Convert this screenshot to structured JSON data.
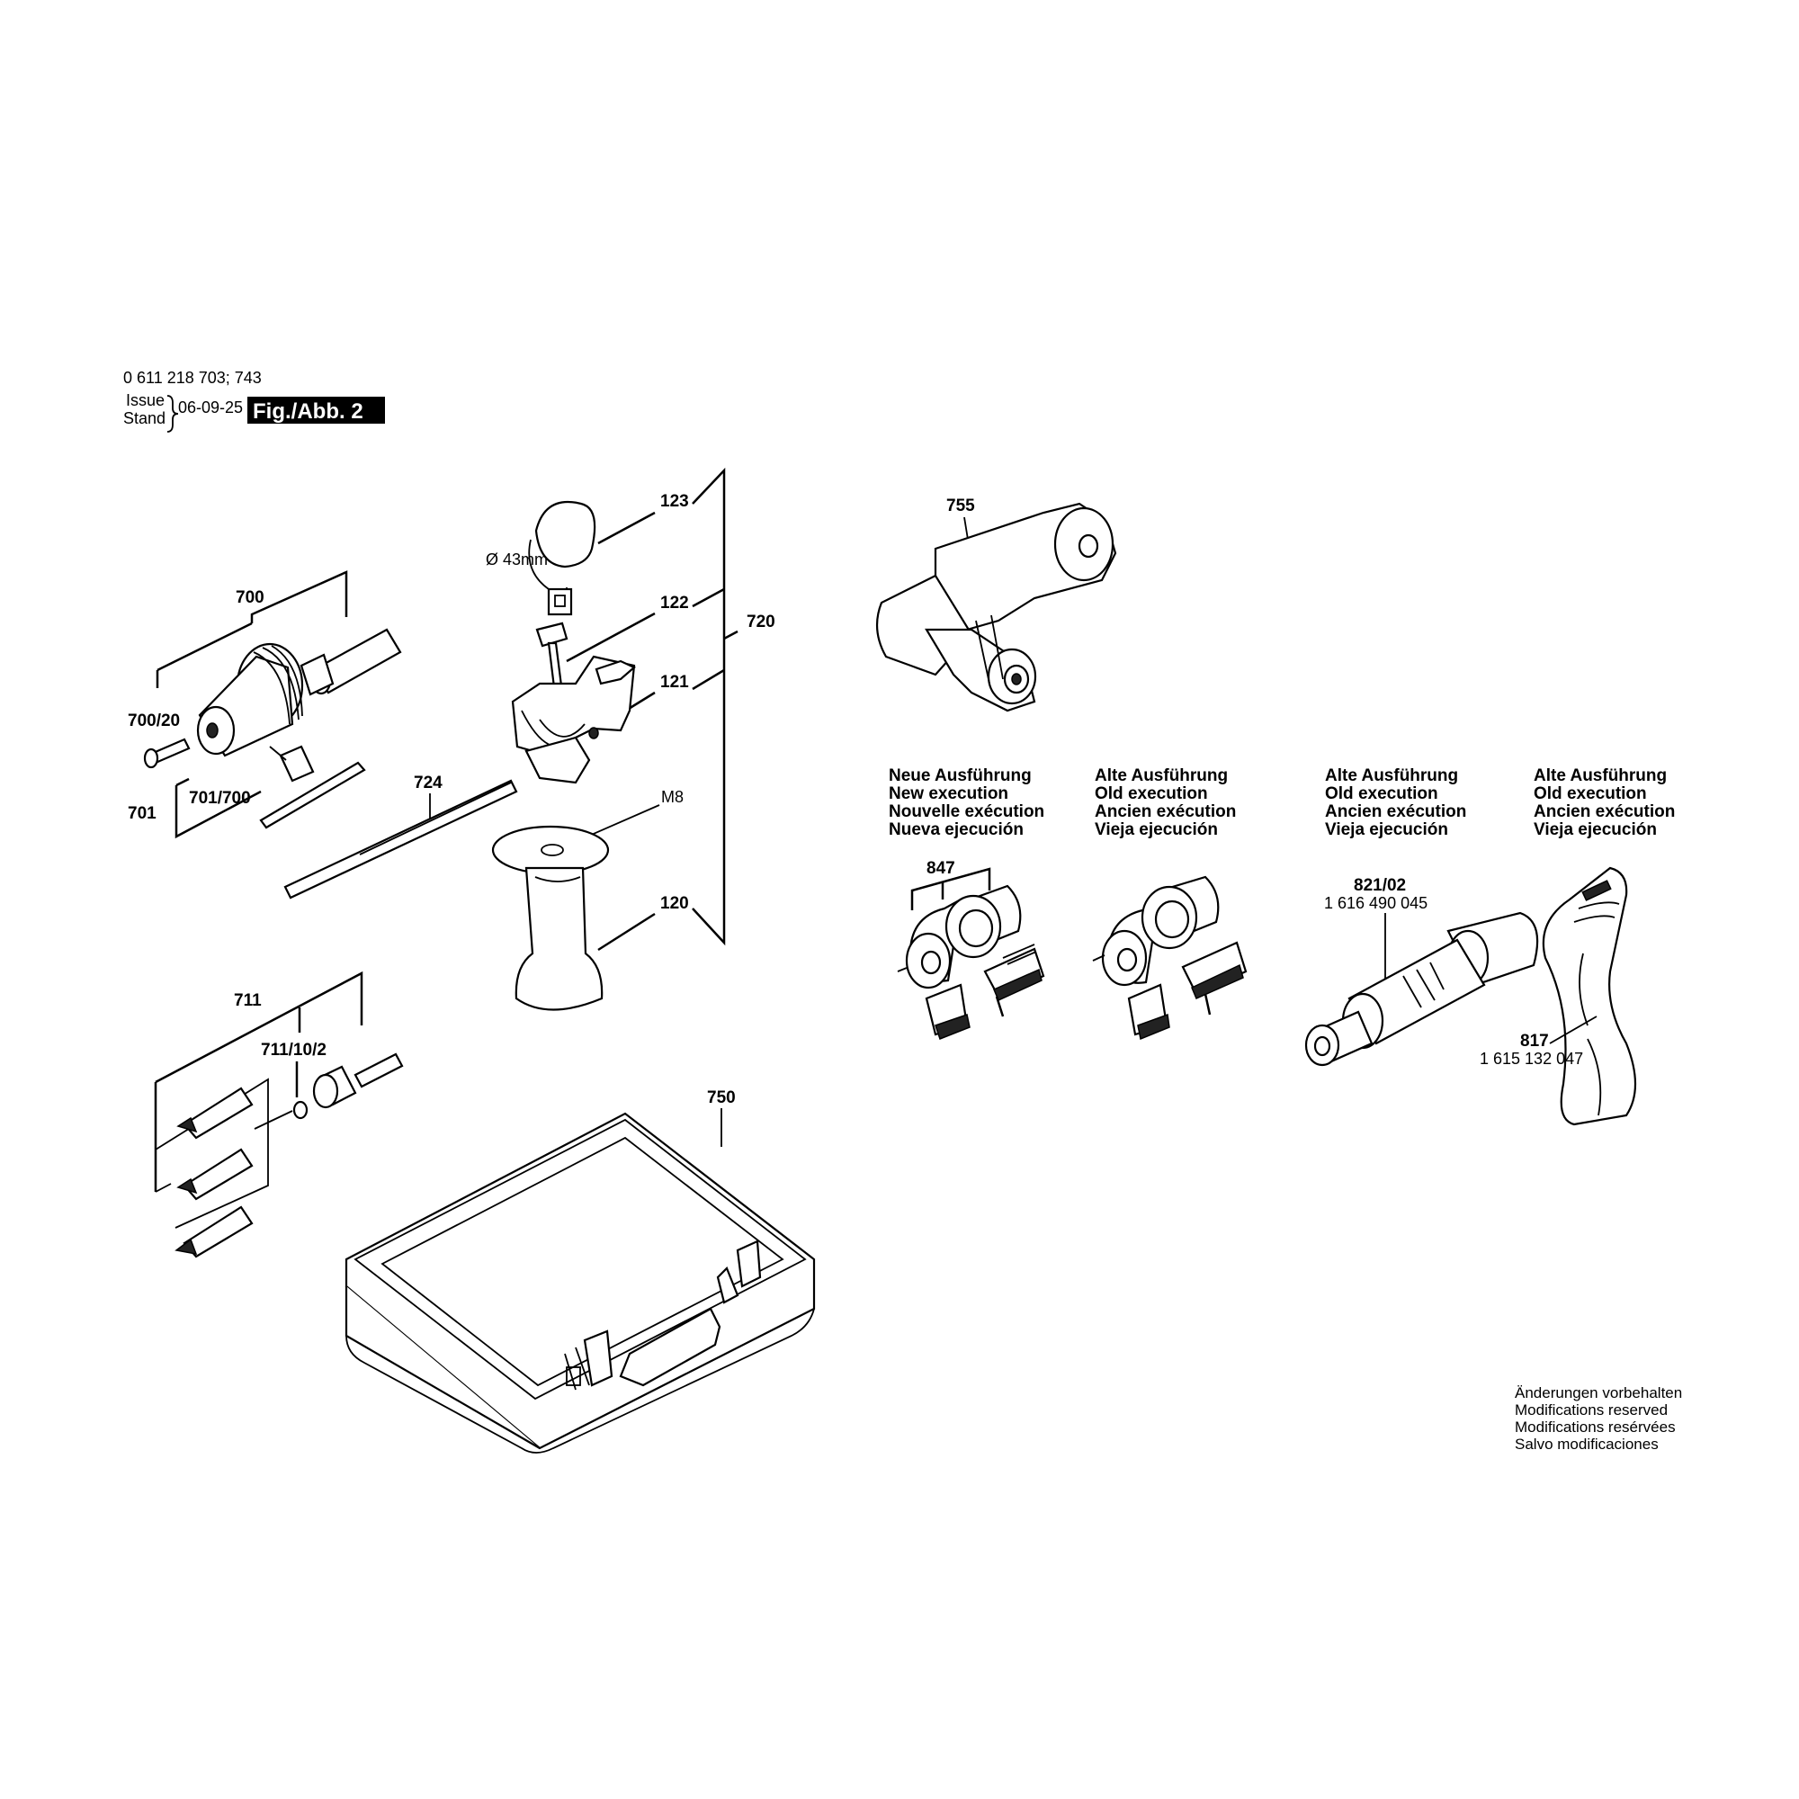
{
  "header": {
    "part_numbers": "0 611 218 703; 743",
    "issue": "Issue",
    "stand": "Stand",
    "date": "06-09-25",
    "figure": "Fig./Abb. 2"
  },
  "labels": {
    "p700": "700",
    "p700_20": "700/20",
    "p701": "701",
    "p701_700": "701/700",
    "p724": "724",
    "p123": "123",
    "p122": "122",
    "p121": "121",
    "p120": "120",
    "p720": "720",
    "pM8": "M8",
    "dia": "Ø 43mm",
    "p711": "711",
    "p711_10_2": "711/10/2",
    "p750": "750",
    "p755": "755",
    "p847": "847",
    "p821_02": "821/02",
    "p821_02_num": "1 616 490 045",
    "p817": "817",
    "p817_num": "1 615 132 047"
  },
  "executions": [
    [
      "Neue Ausführung",
      "New execution",
      "Nouvelle exécution",
      "Nueva ejecución"
    ],
    [
      "Alte Ausführung",
      "Old execution",
      "Ancien exécution",
      "Vieja ejecución"
    ],
    [
      "Alte Ausführung",
      "Old execution",
      "Ancien exécution",
      "Vieja ejecución"
    ],
    [
      "Alte Ausführung",
      "Old execution",
      "Ancien exécution",
      "Vieja ejecución"
    ]
  ],
  "modifications": [
    "Änderungen vorbehalten",
    "Modifications reserved",
    "Modifications resérvées",
    "Salvo modificaciones"
  ]
}
